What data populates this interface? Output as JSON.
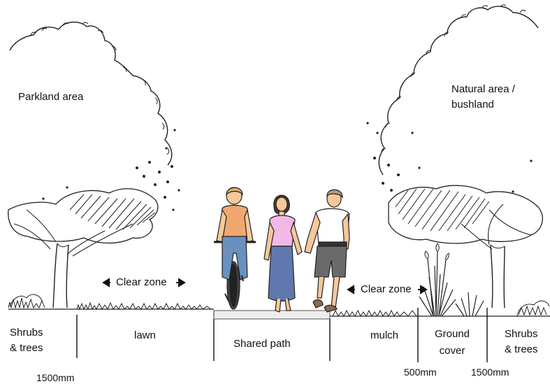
{
  "labels": {
    "parkland": "Parkland area",
    "natural_line1": "Natural area /",
    "natural_line2": "bushland",
    "clear_zone_left": "Clear zone",
    "clear_zone_right": "Clear zone",
    "shrubs_left_line1": "Shrubs",
    "shrubs_left_line2": "& trees",
    "lawn": "lawn",
    "shared_path": "Shared path",
    "mulch": "mulch",
    "ground_cover_line1": "Ground",
    "ground_cover_line2": "cover",
    "shrubs_right_line1": "Shrubs",
    "shrubs_right_line2": "& trees"
  },
  "dimensions": {
    "left": "1500mm",
    "middle": "500mm",
    "right": "1500mm"
  },
  "colors": {
    "line": "#222222",
    "cyclist_shirt": "#f0a870",
    "cyclist_jeans": "#6a90c0",
    "woman_top": "#f4b8e8",
    "woman_skirt": "#6078b0",
    "man_shirt": "#ffffff",
    "man_shorts": "#6a6a6a",
    "skin": "#f6c89a",
    "hair_dark": "#4a3a30",
    "path": "#eeeeee"
  }
}
